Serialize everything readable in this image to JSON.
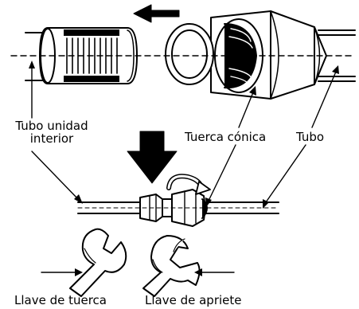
{
  "labels": {
    "tubo_unidad_line1": "Tubo unidad",
    "tubo_unidad_line2": "interior",
    "tuerca_conica": "Tuerca cónica",
    "tubo": "Tubo",
    "llave_tuerca": "Llave de tuerca",
    "llave_apriete": "Llave de apriete"
  },
  "colors": {
    "ink": "#000000",
    "background": "#ffffff"
  },
  "icons": {
    "direction_arrow": "arrow-left",
    "downward_arrow": "arrow-down",
    "rotation_arrow": "curved-arrow"
  }
}
